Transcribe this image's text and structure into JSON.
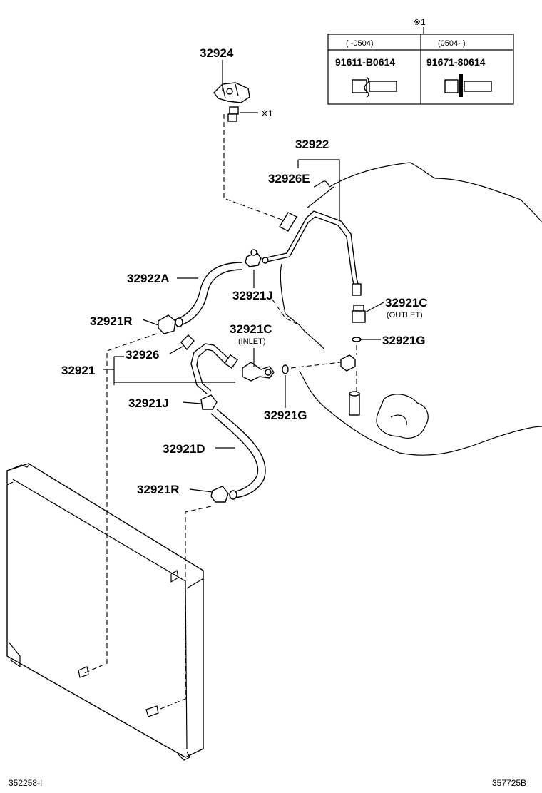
{
  "note_table": {
    "marker": "※1",
    "col1_range": "(      -0504)",
    "col2_range": "(0504-      )",
    "col1_part": "91611-B0614",
    "col2_part": "91671-80614"
  },
  "labels": {
    "p32924": "32924",
    "bolt_note": "※1",
    "p32922": "32922",
    "p32926E": "32926E",
    "p32922A": "32922A",
    "p32921J_top": "32921J",
    "p32921C_outlet": "32921C",
    "outlet": "(OUTLET)",
    "p32921R_top": "32921R",
    "p32921C_inlet": "32921C",
    "inlet": "(INLET)",
    "p32921G_right": "32921G",
    "p32926": "32926",
    "p32921": "32921",
    "p32921J_low": "32921J",
    "p32921G_low": "32921G",
    "p32921D": "32921D",
    "p32921R_low": "32921R"
  },
  "footer": {
    "left_code": "352258-I",
    "right_code": "357725B"
  }
}
